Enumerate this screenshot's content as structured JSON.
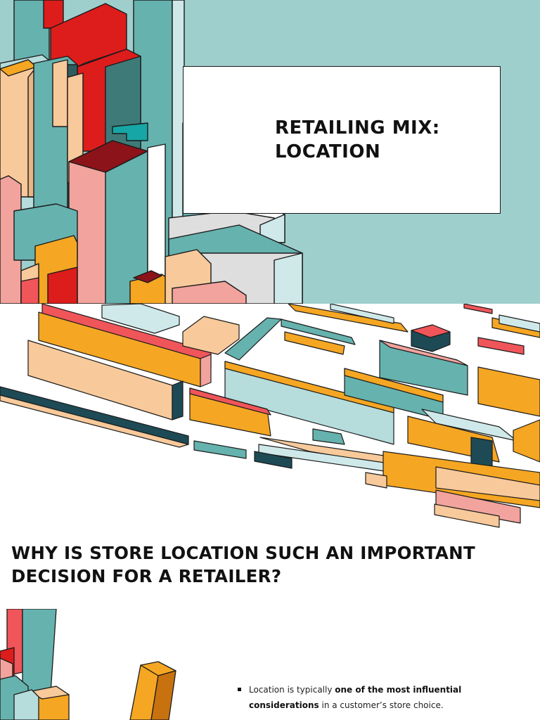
{
  "slides": [
    {
      "title_lines": [
        "RETAILING MIX:",
        "LOCATION"
      ],
      "background_color": "#9fcfcc",
      "illustration": "isometric-city-buildings"
    },
    {
      "question_lines": [
        "WHY IS STORE LOCATION SUCH AN IMPORTANT",
        "DECISION FOR A RETAILER?"
      ],
      "illustration": "isometric-city-blocks-aerial"
    },
    {
      "illustration": "isometric-building-corner",
      "bullets": [
        {
          "pre": "Location is typically ",
          "bold": "one of the most influential considerations",
          "post": " in a customer’s store choice."
        }
      ]
    }
  ],
  "palette": {
    "teal": "#66b2ae",
    "dark_teal": "#1d4a55",
    "light_blue": "#d7eef0",
    "peach": "#f8c99a",
    "orange": "#f5a623",
    "coral": "#f0555a",
    "red": "#dd1c1c",
    "pink": "#f2a39d",
    "grey": "#dedede"
  }
}
